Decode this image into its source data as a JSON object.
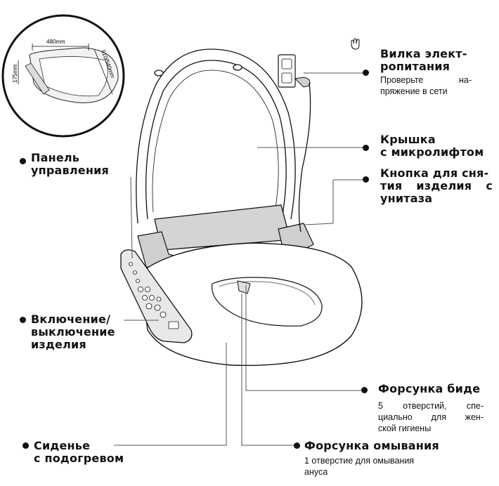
{
  "dimensions": {
    "width": "480mm",
    "depth": "510/540mm",
    "height": "175mm"
  },
  "labels": {
    "plug_title": "Вилка электропитания",
    "plug_title_1": "Вилка элект-",
    "plug_title_2": "ропитания",
    "plug_note_1": "Проверьте на-",
    "plug_note_2": "пряжение в сети",
    "lid_1": "Крышка",
    "lid_2": "с микролифтом",
    "release_1": "Кнопка для сня-",
    "release_2": "тия изделия с",
    "release_3": "унитаза",
    "panel_1": "Панель",
    "panel_2": "управления",
    "power_1": "Включение/",
    "power_2": "выключение",
    "power_3": "изделия",
    "bidet_title": "Форсунка биде",
    "bidet_note_1": "5 отверстий, спе-",
    "bidet_note_2": "циально для жен-",
    "bidet_note_3": "ской гигиены",
    "wash_title": "Форсунка омывания",
    "wash_note_1": "1 отверстие для омывания",
    "wash_note_2": "ануса",
    "seat_1": "Сиденье",
    "seat_2": "с подогревом"
  },
  "icons": {
    "hand": "hand-cursor-icon"
  }
}
